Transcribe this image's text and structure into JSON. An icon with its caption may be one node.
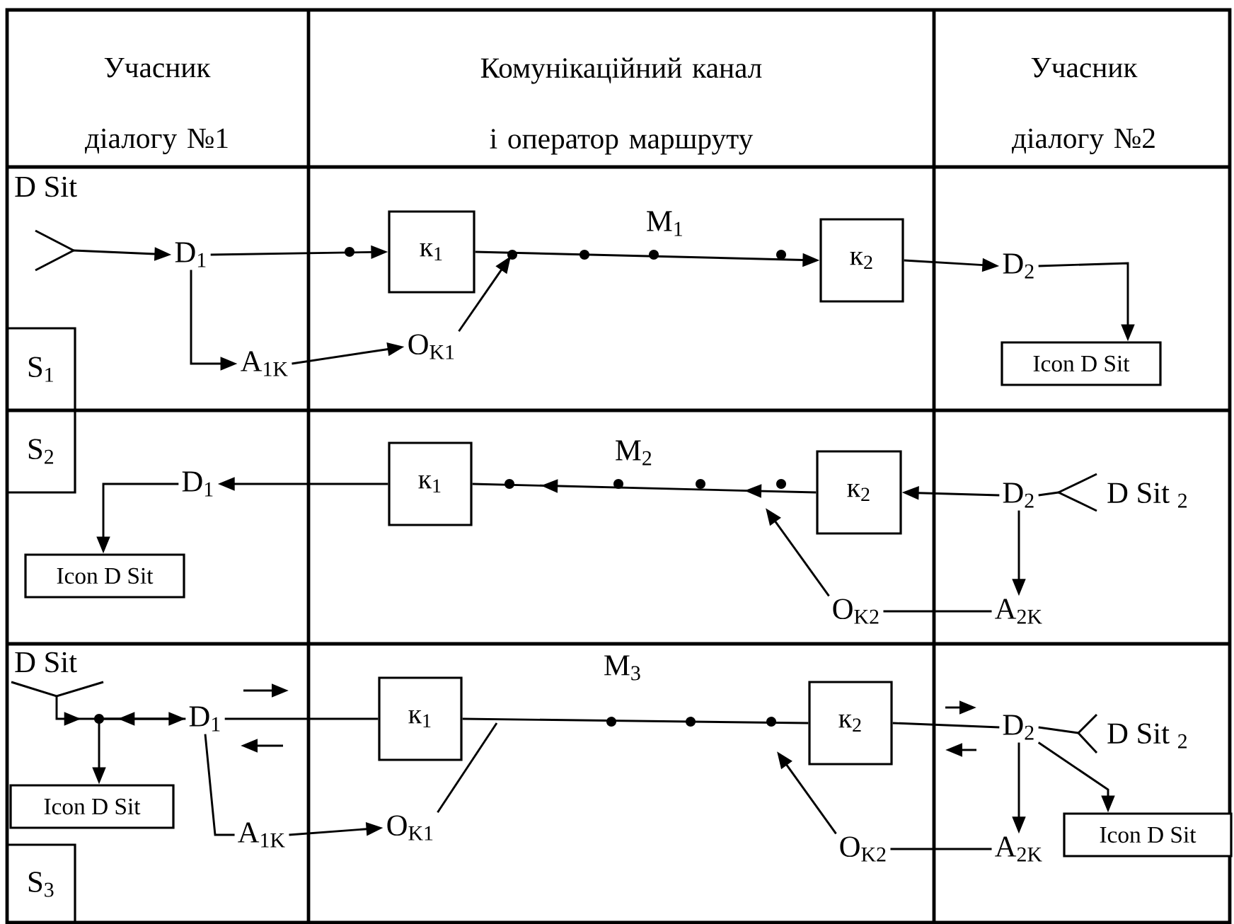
{
  "diagram": {
    "nodes": [
      {
        "text": [
          "S$_{1}$"
        ]
      },
      {
        "text": [],
        "shape": "fork",
        "beside": [
          "D Sit"
        ]
      },
      {
        "text": [
          "D$_{1}$"
        ]
      },
      {
        "text": [
          "A$_{1K}$"
        ]
      },
      {
        "text": [
          "к$_{1}$"
        ]
      },
      {
        "text": [
          "O$_{K1}$"
        ]
      },
      {
        "text": [
          "к$_{2}$"
        ]
      },
      {
        "text": [
          "D$_{2}$"
        ]
      },
      {
        "text": [
          "Icon D Sit"
        ]
      },
      {
        "text": [
          "S$_{2}$"
        ]
      },
      {
        "text": [
          "Icon D Sit"
        ]
      },
      {
        "text": [
          "D$_{1}$"
        ]
      },
      {
        "text": [
          "к$_{1}$"
        ]
      },
      {
        "text": [
          "к$_{2}$"
        ]
      },
      {
        "text": [
          "O$_{K2}$"
        ]
      },
      {
        "text": [
          "D$_{2}$"
        ]
      },
      {
        "text": [],
        "shape": "fork",
        "beside": [
          "D Sit $_{2}$"
        ]
      },
      {
        "text": [
          "A$_{2K}$"
        ]
      },
      {
        "text": [],
        "shape": "fork",
        "beside": [
          "D Sit"
        ]
      },
      {
        "text": [
          "Icon D Sit"
        ]
      },
      {
        "text": [
          "D$_{1}$"
        ]
      },
      {
        "text": [
          "A$_{1K}$"
        ]
      },
      {
        "text": [
          "к$_{1}$"
        ]
      },
      {
        "text": [
          "O$_{K1}$"
        ]
      },
      {
        "text": [
          "к$_{2}$"
        ]
      },
      {
        "text": [
          "O$_{K2}$"
        ]
      },
      {
        "text": [
          "D$_{2}$"
        ]
      },
      {
        "text": [],
        "shape": "fork",
        "beside": [
          "D Sit $_{2}$"
        ]
      },
      {
        "text": [
          "Icon D Sit"
        ]
      },
      {
        "text": [
          "A$_{2K}$"
        ]
      },
      {
        "text": [
          "S$_{3}$"
        ]
      }
    ],
    "edges": [
      {
        "from": 1,
        "to": 2,
        "arrow": "to"
      },
      {
        "from": 2,
        "to": 4,
        "arrow": "to"
      },
      {
        "from": 2,
        "to": 3,
        "arrow": "to"
      },
      {
        "from": 3,
        "to": 5,
        "arrow": "to"
      },
      {
        "from": 5,
        "to": null,
        "arrow": "to"
      },
      {
        "from": 4,
        "to": 6,
        "arrow": "to",
        "label": "M$_{1}$"
      },
      {
        "from": 6,
        "to": 7,
        "arrow": "to"
      },
      {
        "from": 7,
        "to": 8,
        "arrow": "to"
      },
      {
        "from": 16,
        "to": 15,
        "arrow": "none"
      },
      {
        "from": 15,
        "to": 13,
        "arrow": "to"
      },
      {
        "from": 13,
        "to": 12,
        "arrow": "to",
        "label": "M$_{2}$"
      },
      {
        "from": 12,
        "to": 11,
        "arrow": "to"
      },
      {
        "from": 11,
        "to": 10,
        "arrow": "to"
      },
      {
        "from": 15,
        "to": 17,
        "arrow": "to"
      },
      {
        "from": 17,
        "to": 14,
        "arrow": "none"
      },
      {
        "from": 14,
        "to": null,
        "arrow": "to"
      },
      {
        "from": 18,
        "to": 20,
        "arrow": "to"
      },
      {
        "from": 20,
        "to": 19,
        "arrow": "to"
      },
      {
        "from": 20,
        "to": 22,
        "arrow": "none"
      },
      {
        "from": 20,
        "to": 21,
        "arrow": "none"
      },
      {
        "from": 21,
        "to": 23,
        "arrow": "to"
      },
      {
        "from": 23,
        "to": null,
        "arrow": "none"
      },
      {
        "from": 22,
        "to": 24,
        "arrow": "none",
        "label": "M$_{3}$"
      },
      {
        "from": 24,
        "to": 26,
        "arrow": "none"
      },
      {
        "from": 27,
        "to": 26,
        "arrow": "none"
      },
      {
        "from": 26,
        "to": 29,
        "arrow": "to"
      },
      {
        "from": 26,
        "to": 28,
        "arrow": "to"
      },
      {
        "from": 29,
        "to": 25,
        "arrow": "none"
      },
      {
        "from": 25,
        "to": null,
        "arrow": "to"
      }
    ],
    "labels": [
      "Учасник діалогу №1",
      "Комунікаційний канал і оператор маршруту",
      "Учасник діалогу №2"
    ]
  }
}
